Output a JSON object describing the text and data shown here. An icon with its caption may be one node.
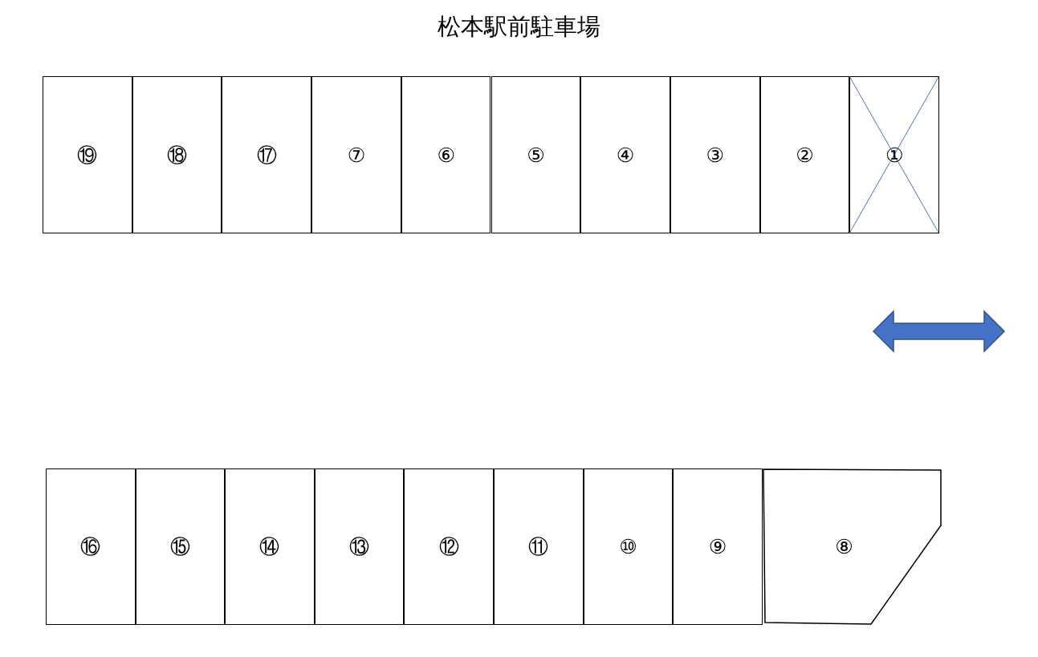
{
  "diagram": {
    "title": "松本駅前駐車場",
    "nodes": [
      {
        "text": [
          "⑲"
        ]
      },
      {
        "text": [
          "⑱"
        ]
      },
      {
        "text": [
          "⑰"
        ]
      },
      {
        "text": [
          "⑦"
        ]
      },
      {
        "text": [
          "⑥"
        ]
      },
      {
        "text": [
          "⑤"
        ]
      },
      {
        "text": [
          "④"
        ]
      },
      {
        "text": [
          "③"
        ]
      },
      {
        "text": [
          "②"
        ]
      },
      {
        "text": [
          "①"
        ]
      },
      {
        "text": [
          "⑯"
        ]
      },
      {
        "text": [
          "⑮"
        ]
      },
      {
        "text": [
          "⑭"
        ]
      },
      {
        "text": [
          "⑬"
        ]
      },
      {
        "text": [
          "⑫"
        ]
      },
      {
        "text": [
          "⑪"
        ]
      },
      {
        "text": [
          "⑩"
        ]
      },
      {
        "text": [
          "⑨"
        ]
      },
      {
        "text": [
          "⑧"
        ]
      }
    ],
    "edges": []
  }
}
